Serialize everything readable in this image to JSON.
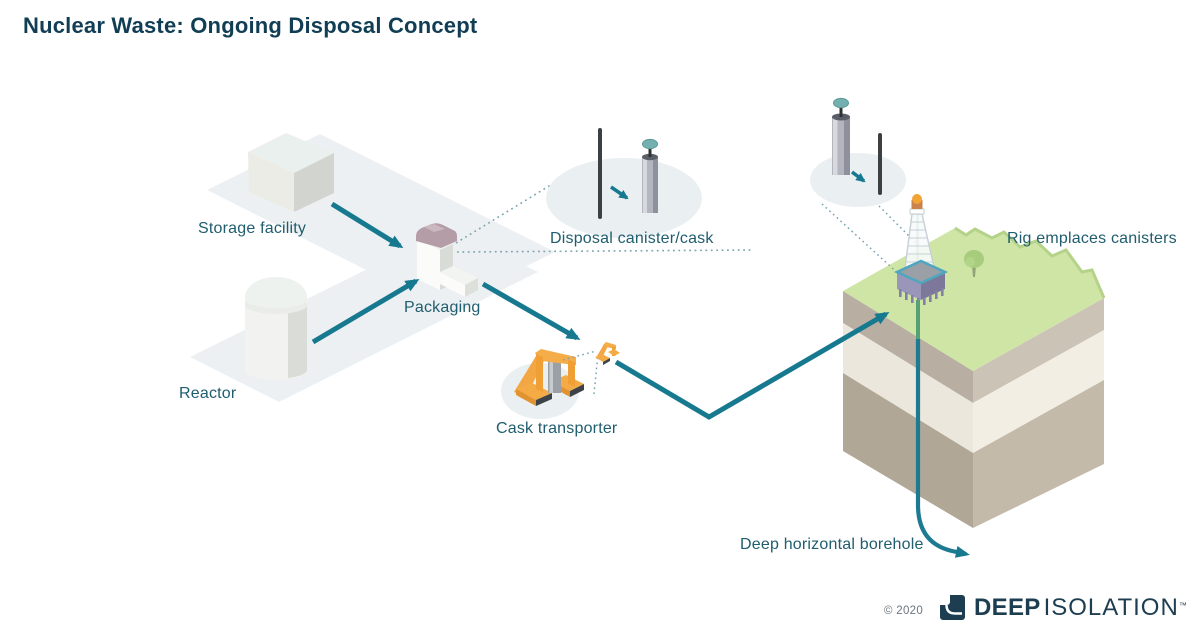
{
  "title": "Nuclear Waste: Ongoing Disposal Concept",
  "diagram": {
    "nodes": {
      "storage": {
        "label": "Storage facility",
        "icon": "storage-cube-icon"
      },
      "reactor": {
        "label": "Reactor",
        "icon": "reactor-dome-cylinder-icon"
      },
      "packaging": {
        "label": "Packaging",
        "icon": "packaging-building-icon"
      },
      "canister": {
        "label": "Disposal canister/cask",
        "icon": "canister-and-cask-icon"
      },
      "transporter": {
        "label": "Cask transporter",
        "icon": "gantry-transporter-icon"
      },
      "rig": {
        "label": "Rig emplaces canisters",
        "icon": "drilling-rig-icon"
      },
      "borehole": {
        "label": "Deep horizontal borehole",
        "icon": "borehole-arrow-icon"
      }
    },
    "flow": [
      "storage -> packaging",
      "reactor -> packaging",
      "packaging -> transporter",
      "transporter -> rig",
      "rig -> borehole"
    ]
  },
  "footer": {
    "copyright": "© 2020",
    "brand": {
      "word1": "DEEP",
      "word2": "ISOLATION",
      "trademark": "™",
      "icon": "deep-isolation-logo-icon"
    }
  },
  "colors": {
    "accent_teal": "#17798f",
    "title_navy": "#113e54",
    "label_teal": "#205d6e",
    "brand_navy": "#1d3d50",
    "ground_path": "#edf0f2",
    "ellipse_bg": "#eaeff1",
    "grass_green": "#cfe5a6",
    "grass_edge": "#b5d289",
    "rock_layers_left": [
      "#b8afa2",
      "#ece7dc",
      "#b1a797"
    ],
    "rock_layers_right": [
      "#cbc3b5",
      "#f2eee4",
      "#c3baa9"
    ],
    "machine_orange": "#f5ab45",
    "cask_cap_teal": "#74b0af",
    "rig_platform_purple": "#8d89ae",
    "rig_rim_teal": "#4ea6bf",
    "drill_pipe_green": "#55a173",
    "dotted_line": "#7aa5b1",
    "copyright_gray": "#6a757c"
  }
}
